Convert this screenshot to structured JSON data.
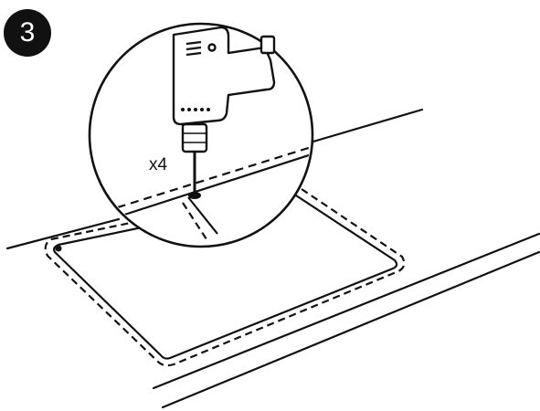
{
  "step": {
    "number": "3"
  },
  "callout": {
    "quantity": "x4"
  },
  "icons": {
    "tool": "power-drill-icon",
    "badge": "step-number-badge"
  },
  "colors": {
    "ink": "#111111",
    "background": "#ffffff"
  }
}
